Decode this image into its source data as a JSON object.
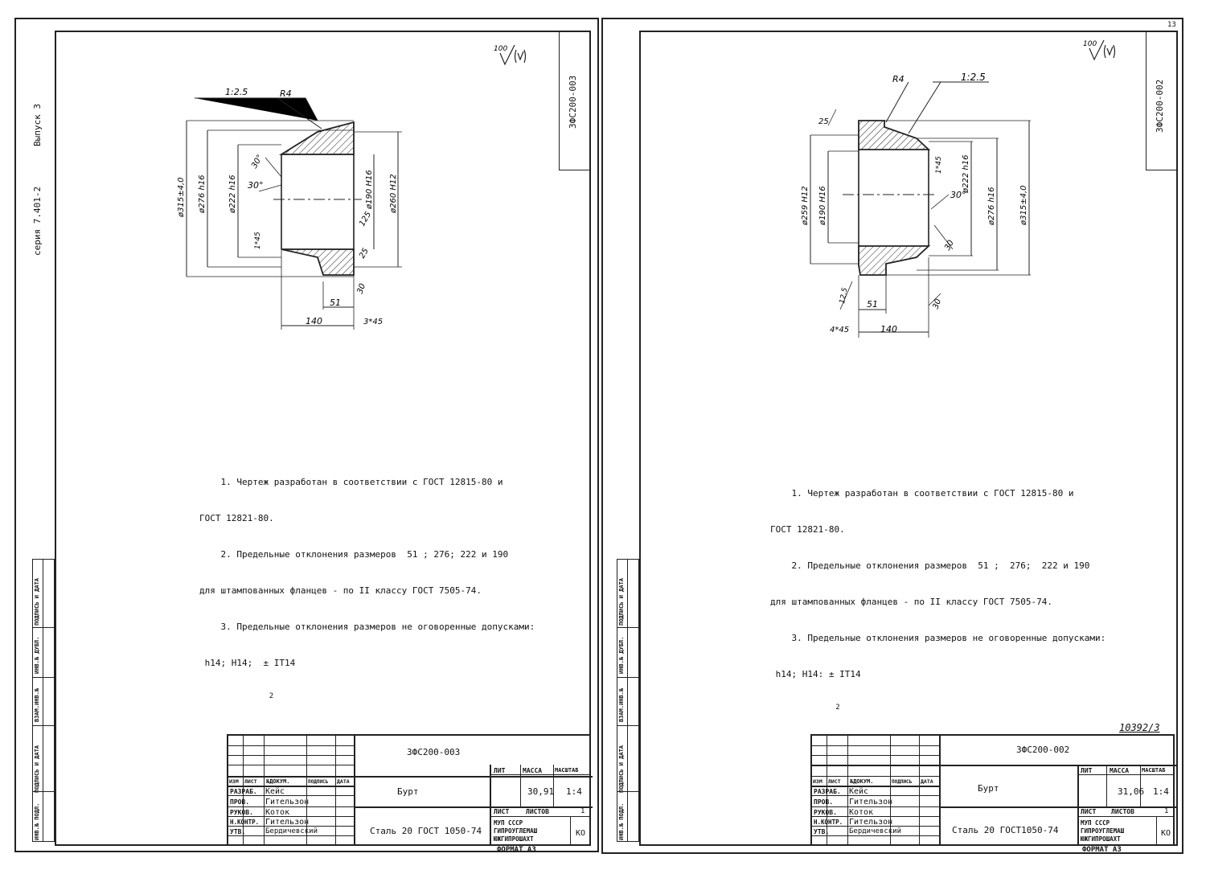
{
  "left": {
    "code": "3ФС200-003",
    "roughness": "100",
    "series_side": "серия 7.401-2",
    "issue_side": "Выпуск 3",
    "dims": {
      "taper": "1:2.5",
      "radius": "R4",
      "d_outer": "ø315±4,0",
      "d_276": "ø276 h16",
      "d_222": "ø222 h16",
      "d_190": "ø190 H16",
      "d_260": "ø260 H12",
      "ang30a": "30°",
      "ang30b": "30°",
      "ch1": "1*45",
      "r125": "125",
      "a25": "25",
      "r30": "30",
      "w51": "51",
      "w140": "140",
      "t3x45": "3*45"
    },
    "notes": [
      "    1. Чертеж разработан в соответствии с ГОСТ 12815-80 и",
      "ГОСТ 12821-80.",
      "    2. Предельные отклонения размеров  51 ; 276; 222 и 190",
      "для штампованных фланцев - по II классу ГОСТ 7505-74.",
      "    3. Предельные отклонения размеров не оговоренные допусками:",
      " h14; H14;  ± IT14",
      "                2"
    ],
    "title": {
      "doc_code": "3ФС200-003",
      "name": "Бурт",
      "material": "Сталь 20 ГОСТ 1050-74",
      "mass": "30,91",
      "scale": "1:4",
      "lit_label": "ЛИТ",
      "mass_label": "МАССА",
      "scale_label": "МАСШТАБ",
      "sheet_label": "ЛИСТ",
      "sheets_label": "ЛИСТОВ",
      "sheets": "1",
      "code_ko": "КО",
      "org": "МУП СССР ГИПРОУГЛЕМАШ ЮЖГИПРОШАХТ",
      "format": "ФОРМАТ  A3",
      "head": [
        "ИЗМ",
        "ЛИСТ",
        "№ДОКУМ.",
        "ПОДПИСЬ",
        "ДАТА"
      ],
      "rows": [
        {
          "role": "РАЗРАБ.",
          "name": "Кейс"
        },
        {
          "role": "ПРОВ.",
          "name": "Гительзон"
        },
        {
          "role": "РУКОВ.",
          "name": "Коток"
        },
        {
          "role": "Н.КОНТР.",
          "name": "Гительзон"
        },
        {
          "role": "УТВ.",
          "name": "Бердичевский"
        }
      ]
    }
  },
  "right": {
    "code": "3ФС200-002",
    "roughness": "100",
    "page_no": "13",
    "archive_no": "10392/3",
    "dims": {
      "taper": "1:2.5",
      "radius": "R4",
      "a25": "25",
      "d_259": "ø259 H12",
      "d_190": "ø190 H16",
      "d_222": "ø222 h16",
      "d_276": "ø276 h16",
      "d_315": "ø315±4,0",
      "ch1": "1*45",
      "ang30": "30°",
      "r30": "30",
      "r125": "12,5",
      "w51": "51",
      "w140": "140",
      "t4x45": "4*45",
      "r30b": "30"
    },
    "notes": [
      "    1. Чертеж разработан в соответствии с ГОСТ 12815-80 и",
      "ГОСТ 12821-80.",
      "    2. Предельные отклонения размеров  51 ;  276;  222 и 190",
      "для штампованных фланцев - по II классу ГОСТ 7505-74.",
      "    3. Предельные отклонения размеров не оговоренные допусками:",
      " h14; H14: ± IT14",
      "               2"
    ],
    "title": {
      "doc_code": "3ФС200-002",
      "name": "Бурт",
      "material": "Сталь 20 ГОСТ1050-74",
      "mass": "31,06",
      "scale": "1:4",
      "lit_label": "ЛИТ",
      "mass_label": "МАССА",
      "scale_label": "МАСШТАБ",
      "sheet_label": "ЛИСТ",
      "sheets_label": "ЛИСТОВ",
      "sheets": "1",
      "code_ko": "КО",
      "org": "МУП СССР ГИПРОУГЛЕМАШ ЮЖГИПРОШАХТ",
      "format": "ФОРМАТ  A3",
      "head": [
        "ИЗМ",
        "ЛИСТ",
        "№ДОКУМ.",
        "ПОДПИСЬ",
        "ДАТА"
      ],
      "rows": [
        {
          "role": "РАЗРАБ.",
          "name": "Кейс"
        },
        {
          "role": "ПРОВ.",
          "name": "Гительзон"
        },
        {
          "role": "РУКОВ.",
          "name": "Коток"
        },
        {
          "role": "Н.КОНТР.",
          "name": "Гительзон"
        },
        {
          "role": "УТВ.",
          "name": "Бердичевский"
        }
      ]
    }
  },
  "sidebar_labels": [
    "ИНВ.№ ПОДЛ.",
    "ПОДПИСЬ И ДАТА",
    "ВЗАМ.ИНВ.№",
    "ИНВ.№ ДУБЛ.",
    "ПОДПИСЬ И ДАТА"
  ]
}
